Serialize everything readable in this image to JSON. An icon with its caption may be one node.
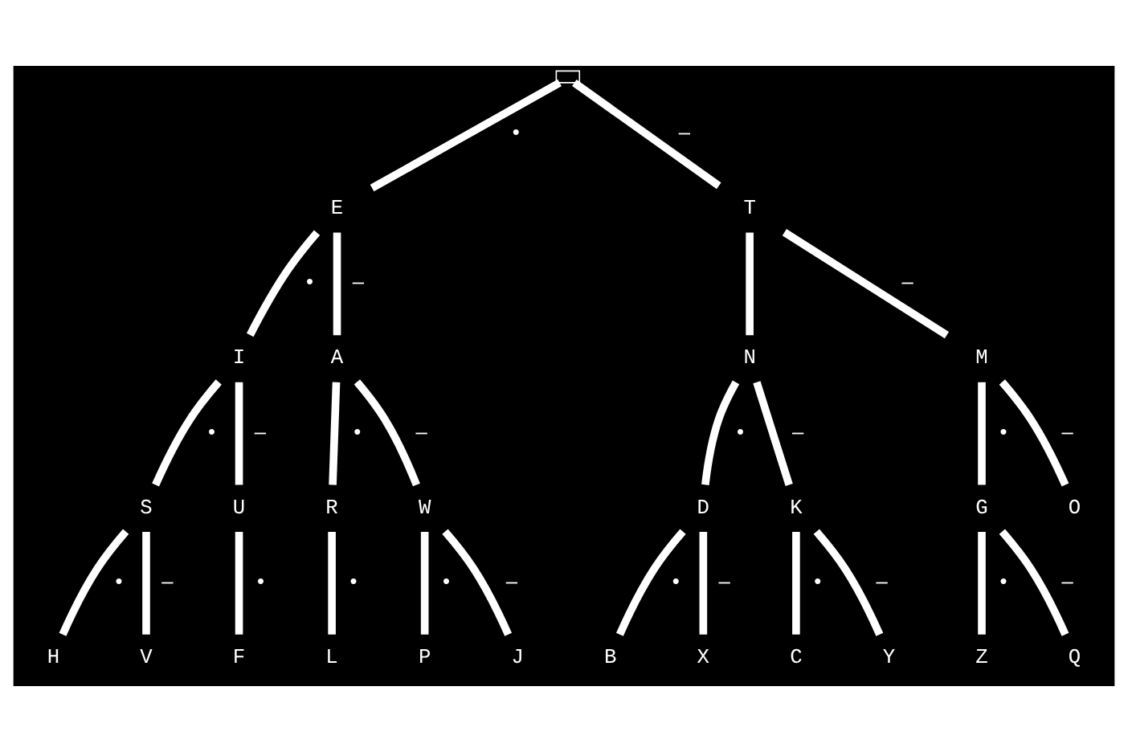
{
  "diagram": {
    "nodes": [
      {
        "text": [],
        "shape": "box"
      },
      {
        "text": [
          "E"
        ]
      },
      {
        "text": [
          "T"
        ]
      },
      {
        "text": [
          "I"
        ]
      },
      {
        "text": [
          "A"
        ]
      },
      {
        "text": [
          "N"
        ]
      },
      {
        "text": [
          "M"
        ]
      },
      {
        "text": [
          "S"
        ]
      },
      {
        "text": [
          "U"
        ]
      },
      {
        "text": [
          "R"
        ]
      },
      {
        "text": [
          "W"
        ]
      },
      {
        "text": [
          "D"
        ]
      },
      {
        "text": [
          "K"
        ]
      },
      {
        "text": [
          "G"
        ]
      },
      {
        "text": [
          "O"
        ]
      },
      {
        "text": [
          "H"
        ]
      },
      {
        "text": [
          "V"
        ]
      },
      {
        "text": [
          "F"
        ]
      },
      {
        "text": [
          "L"
        ]
      },
      {
        "text": [
          "P"
        ]
      },
      {
        "text": [
          "J"
        ]
      },
      {
        "text": [
          "B"
        ]
      },
      {
        "text": [
          "X"
        ]
      },
      {
        "text": [
          "C"
        ]
      },
      {
        "text": [
          "Y"
        ]
      },
      {
        "text": [
          "Z"
        ]
      },
      {
        "text": [
          "Q"
        ]
      }
    ],
    "edges": [
      {
        "from": 0,
        "to": 1,
        "arrow": "none",
        "label": "•"
      },
      {
        "from": 0,
        "to": 2,
        "arrow": "none",
        "label": "–"
      },
      {
        "from": 1,
        "to": 3,
        "arrow": "none",
        "label": "•"
      },
      {
        "from": 1,
        "to": 4,
        "arrow": "none",
        "label": "–"
      },
      {
        "from": 2,
        "to": 5,
        "arrow": "none"
      },
      {
        "from": 2,
        "to": 6,
        "arrow": "none",
        "label": "–"
      },
      {
        "from": 3,
        "to": 7,
        "arrow": "none",
        "label": "•"
      },
      {
        "from": 3,
        "to": 8,
        "arrow": "none",
        "label": "–"
      },
      {
        "from": 4,
        "to": 9,
        "arrow": "none",
        "label": "•"
      },
      {
        "from": 4,
        "to": 10,
        "arrow": "none",
        "label": "–"
      },
      {
        "from": 5,
        "to": 11,
        "arrow": "none",
        "label": "•"
      },
      {
        "from": 5,
        "to": 12,
        "arrow": "none",
        "label": "–"
      },
      {
        "from": 6,
        "to": 13,
        "arrow": "none",
        "label": "•"
      },
      {
        "from": 6,
        "to": 14,
        "arrow": "none",
        "label": "–"
      },
      {
        "from": 7,
        "to": 15,
        "arrow": "none",
        "label": "•"
      },
      {
        "from": 7,
        "to": 16,
        "arrow": "none",
        "label": "–"
      },
      {
        "from": 8,
        "to": 17,
        "arrow": "none",
        "label": "•"
      },
      {
        "from": 9,
        "to": 18,
        "arrow": "none",
        "label": "•"
      },
      {
        "from": 10,
        "to": 19,
        "arrow": "none",
        "label": "•"
      },
      {
        "from": 10,
        "to": 20,
        "arrow": "none",
        "label": "–"
      },
      {
        "from": 11,
        "to": 21,
        "arrow": "none",
        "label": "•"
      },
      {
        "from": 11,
        "to": 22,
        "arrow": "none",
        "label": "–"
      },
      {
        "from": 12,
        "to": 23,
        "arrow": "none",
        "label": "•"
      },
      {
        "from": 12,
        "to": 24,
        "arrow": "none",
        "label": "–"
      },
      {
        "from": 13,
        "to": 25,
        "arrow": "none",
        "label": "•"
      },
      {
        "from": 13,
        "to": 26,
        "arrow": "none",
        "label": "–"
      }
    ]
  }
}
